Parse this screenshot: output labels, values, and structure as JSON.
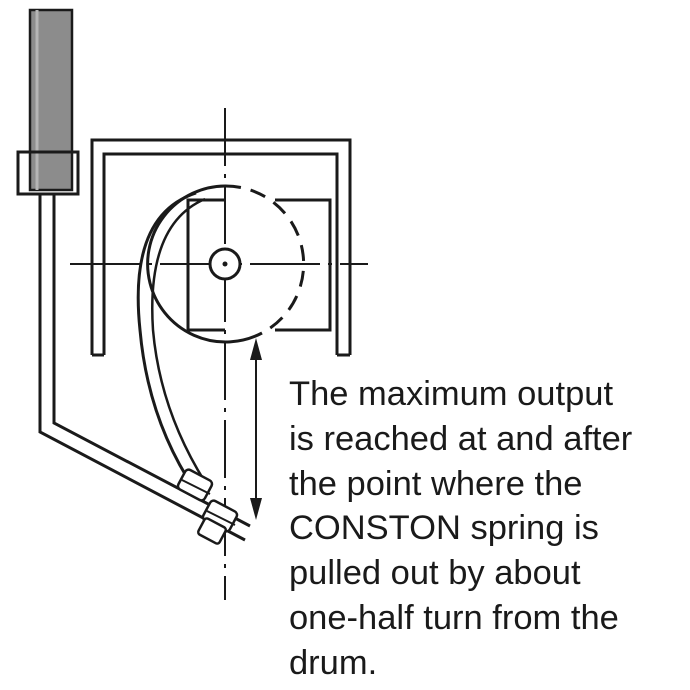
{
  "caption": {
    "lines": [
      "The maximum output",
      "is reached at and after",
      "the point where the",
      "CONSTON spring is",
      "pulled out by about",
      "one-half turn from the",
      "drum."
    ]
  },
  "colors": {
    "line": "#1a1a1a",
    "arm_fill": "#8c8c8c",
    "background": "#ffffff"
  }
}
